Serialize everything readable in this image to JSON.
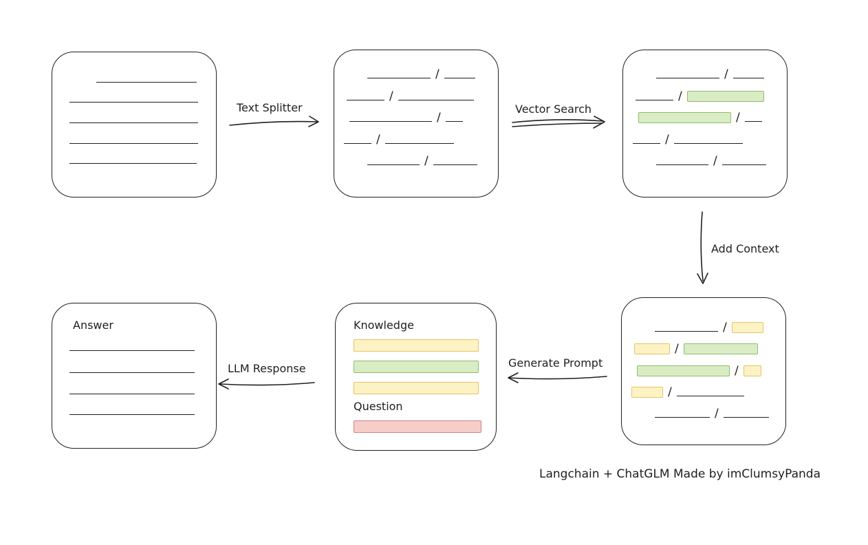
{
  "colors": {
    "ink": "#1e1e1e",
    "green_fill": "#d9ecc4",
    "green_stroke": "#8cbd6d",
    "yellow_fill": "#fdf2c4",
    "yellow_stroke": "#e2c468",
    "red_fill": "#f6cdc9",
    "red_stroke": "#d3807b"
  },
  "glyphs": {
    "slash": "/"
  },
  "labels": {
    "text_splitter": "Text Splitter",
    "vector_search": "Vector Search",
    "add_context": "Add Context",
    "generate_prompt": "Generate Prompt",
    "llm_response": "LLM Response"
  },
  "prompt_box": {
    "knowledge": "Knowledge",
    "question": "Question"
  },
  "answer_box": {
    "title": "Answer"
  },
  "caption": "Langchain + ChatGLM Made by imClumsyPanda"
}
